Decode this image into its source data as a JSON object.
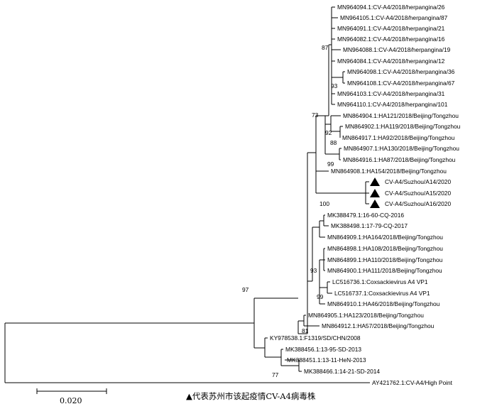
{
  "tree": {
    "leaves": [
      "MN964094.1:CV-A4/2018/herpangina/26",
      "MN964105.1:CV-A4/2018/herpangina/87",
      "MN964091.1:CV-A4/2018/herpangina/21",
      "MN964082.1:CV-A4/2018/herpangina/16",
      "MN964088.1:CV-A4/2018/herpangina/19",
      "MN964084.1:CV-A4/2018/herpangina/12",
      "MN964098.1:CV-A4/2018/herpangina/36",
      "MN964108.1:CV-A4/2018/herpangina/67",
      "MN964103.1:CV-A4/2018/herpangina/31",
      "MN964110.1:CV-A4/2018/herpangina/101",
      "MN864904.1:HA121/2018/Beijing/Tongzhou",
      "MN864902.1:HA119/2018/Beijing/Tongzhou",
      "MN864917.1:HA92/2018/Beijing/Tongzhou",
      "MN864907.1:HA130/2018/Beijing/Tongzhou",
      "MN864916.1:HA87/2018/Beijing/Tongzhou",
      "MN864908.1:HA154/2018/Beijing/Tongzhou",
      "CV-A4/Suzhou/A14/2020",
      "CV-A4/Suzhou/A15/2020",
      "CV-A4/Suzhou/A16/2020",
      "MK388479.1:16-60-CQ-2016",
      "MK388498.1:17-79-CQ-2017",
      "MN864909.1:HA164/2018/Beijing/Tongzhou",
      "MN864898.1:HA108/2018/Beijing/Tongzhou",
      "MN864899.1:HA110/2018/Beijing/Tongzhou",
      "MN864900.1:HA111/2018/Beijing/Tongzhou",
      "LC516736.1:Coxsackievirus A4 VP1",
      "LC516737.1:Coxsackievirus A4 VP1",
      "MN864910.1:HA46/2018/Beijing/Tongzhou",
      "MN864905.1:HA123/2018/Beijing/Tongzhou",
      "MN864912.1:HA57/2018/Beijing/Tongzhou",
      "KY978538.1:F1319/SD/CHN/2008",
      "MK388456.1:13-95-SD-2013",
      "MK388451.1:13-11-HeN-2013",
      "MK388466.1:14-21-SD-2014",
      "AY421762.1:CV-A4/High Point"
    ],
    "bootstrap": [
      "87",
      "93",
      "73",
      "92",
      "88",
      "99",
      "100",
      "93",
      "99",
      "97",
      "81",
      "77"
    ],
    "scale_bar_label": "0.020",
    "legend_text": "▲代表苏州市该起疫情CV-A4病毒株",
    "marker_symbol": "triangle"
  }
}
